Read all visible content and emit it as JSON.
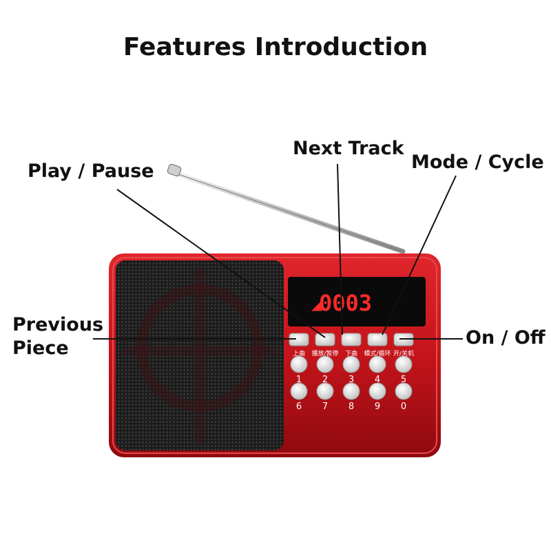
{
  "title": "Features Introduction",
  "callouts": {
    "play_pause": "Play / Pause",
    "next_track": "Next Track",
    "mode_cycle": "Mode / Cycle",
    "previous_line1": "Previous",
    "previous_line2": "Piece",
    "on_off": "On / Off"
  },
  "display": {
    "readout": "0003"
  },
  "buttons": {
    "b1": "上曲",
    "b2": "播放/暂停",
    "b3": "下曲",
    "b4": "模式/循环",
    "b5": "开/关机"
  },
  "keypad": [
    "1",
    "2",
    "3",
    "4",
    "5",
    "6",
    "7",
    "8",
    "9",
    "0"
  ],
  "colors": {
    "body_red": "#c4141a",
    "speaker_black": "#1a1a1a",
    "led_red": "#ff2a2a",
    "line": "#111111"
  }
}
